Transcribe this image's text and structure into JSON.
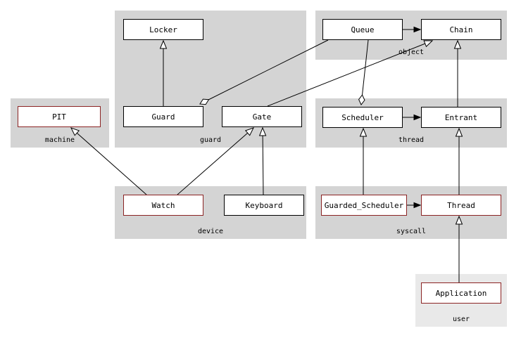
{
  "diagram": {
    "type": "uml-class-diagram",
    "groups": {
      "machine": {
        "label": "machine"
      },
      "guard": {
        "label": "guard"
      },
      "object": {
        "label": "object"
      },
      "thread": {
        "label": "thread"
      },
      "device": {
        "label": "device"
      },
      "syscall": {
        "label": "syscall"
      },
      "user": {
        "label": "user"
      }
    },
    "nodes": {
      "pit": {
        "label": "PIT",
        "group": "machine",
        "border": "red"
      },
      "locker": {
        "label": "Locker",
        "group": "guard",
        "border": "black"
      },
      "guard": {
        "label": "Guard",
        "group": "guard",
        "border": "black"
      },
      "gate": {
        "label": "Gate",
        "group": "guard",
        "border": "black"
      },
      "queue": {
        "label": "Queue",
        "group": "object",
        "border": "black"
      },
      "chain": {
        "label": "Chain",
        "group": "object",
        "border": "black"
      },
      "scheduler": {
        "label": "Scheduler",
        "group": "thread",
        "border": "black"
      },
      "entrant": {
        "label": "Entrant",
        "group": "thread",
        "border": "black"
      },
      "watch": {
        "label": "Watch",
        "group": "device",
        "border": "red"
      },
      "keyboard": {
        "label": "Keyboard",
        "group": "device",
        "border": "black"
      },
      "guarded_scheduler": {
        "label": "Guarded_Scheduler",
        "group": "syscall",
        "border": "red"
      },
      "thread": {
        "label": "Thread",
        "group": "syscall",
        "border": "red"
      },
      "application": {
        "label": "Application",
        "group": "user",
        "border": "red"
      }
    },
    "edges": [
      {
        "from": "Guard",
        "to": "Locker",
        "type": "inheritance"
      },
      {
        "from": "Gate",
        "to": "Chain",
        "type": "inheritance"
      },
      {
        "from": "Entrant",
        "to": "Chain",
        "type": "inheritance"
      },
      {
        "from": "Watch",
        "to": "PIT",
        "type": "inheritance"
      },
      {
        "from": "Watch",
        "to": "Gate",
        "type": "inheritance"
      },
      {
        "from": "Keyboard",
        "to": "Gate",
        "type": "inheritance"
      },
      {
        "from": "Guarded_Scheduler",
        "to": "Scheduler",
        "type": "inheritance"
      },
      {
        "from": "Thread",
        "to": "Entrant",
        "type": "inheritance"
      },
      {
        "from": "Application",
        "to": "Thread",
        "type": "inheritance"
      },
      {
        "from": "Queue",
        "to": "Chain",
        "type": "usage-arrow"
      },
      {
        "from": "Scheduler",
        "to": "Entrant",
        "type": "usage-arrow"
      },
      {
        "from": "Guarded_Scheduler",
        "to": "Thread",
        "type": "usage-arrow"
      },
      {
        "from": "Queue",
        "to": "Guard",
        "type": "aggregation-diamond"
      },
      {
        "from": "Queue",
        "to": "Scheduler",
        "type": "aggregation-diamond"
      }
    ],
    "colors": {
      "background": "#ffffff",
      "group_fill": "#d4d4d4",
      "user_group_fill": "#e9e9e9",
      "node_fill": "#ffffff",
      "node_border": "#000000",
      "node_border_highlight": "#8b2323",
      "edge": "#000000",
      "text": "#000000"
    }
  }
}
